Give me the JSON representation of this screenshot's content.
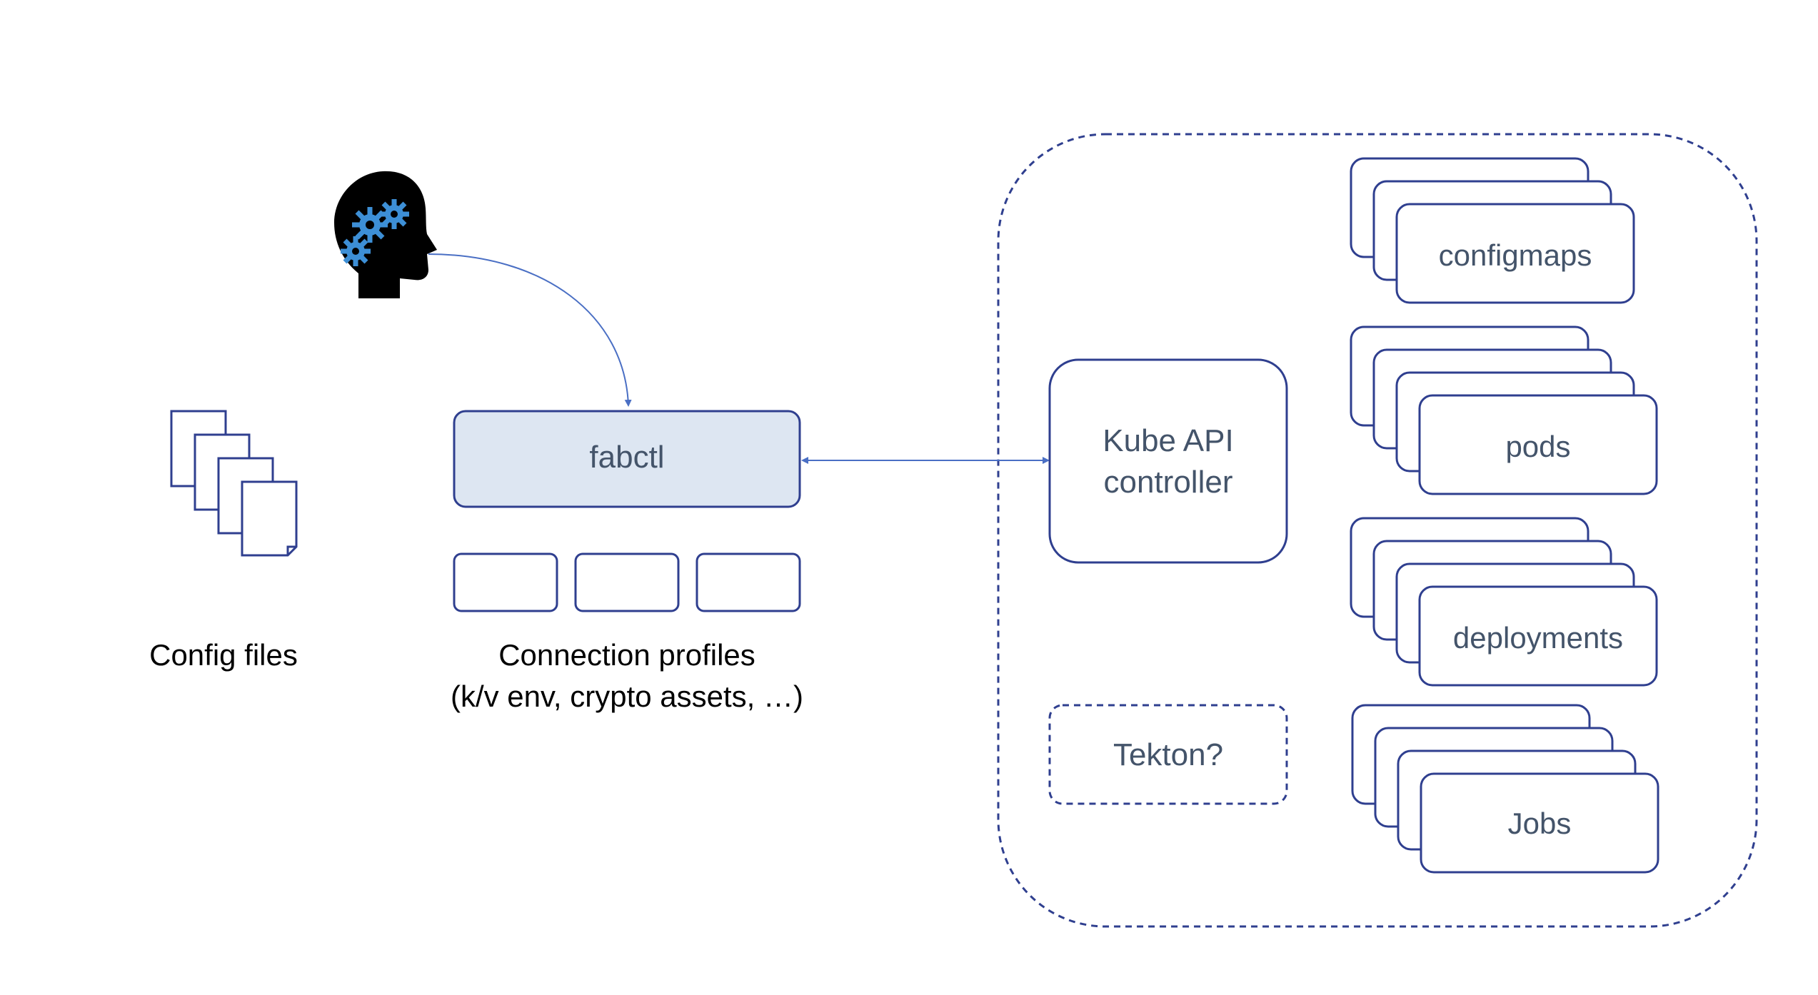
{
  "labels": {
    "config_files": "Config files",
    "fabctl": "fabctl",
    "connection_profiles_line1": "Connection profiles",
    "connection_profiles_line2": "(k/v env, crypto assets, …)",
    "kube_line1": "Kube API",
    "kube_line2": "controller",
    "tekton": "Tekton?",
    "configmaps": "configmaps",
    "pods": "pods",
    "deployments": "deployments",
    "jobs": "Jobs"
  },
  "icons": {
    "operator": "head-with-gears-icon",
    "config_files": "stacked-documents-icon"
  },
  "colors": {
    "stroke": "#2f3f8f",
    "text_blue": "#44546a",
    "fabctl_fill": "#dde6f2",
    "gear": "#3d8fd6",
    "arrow": "#4a6fc4"
  }
}
